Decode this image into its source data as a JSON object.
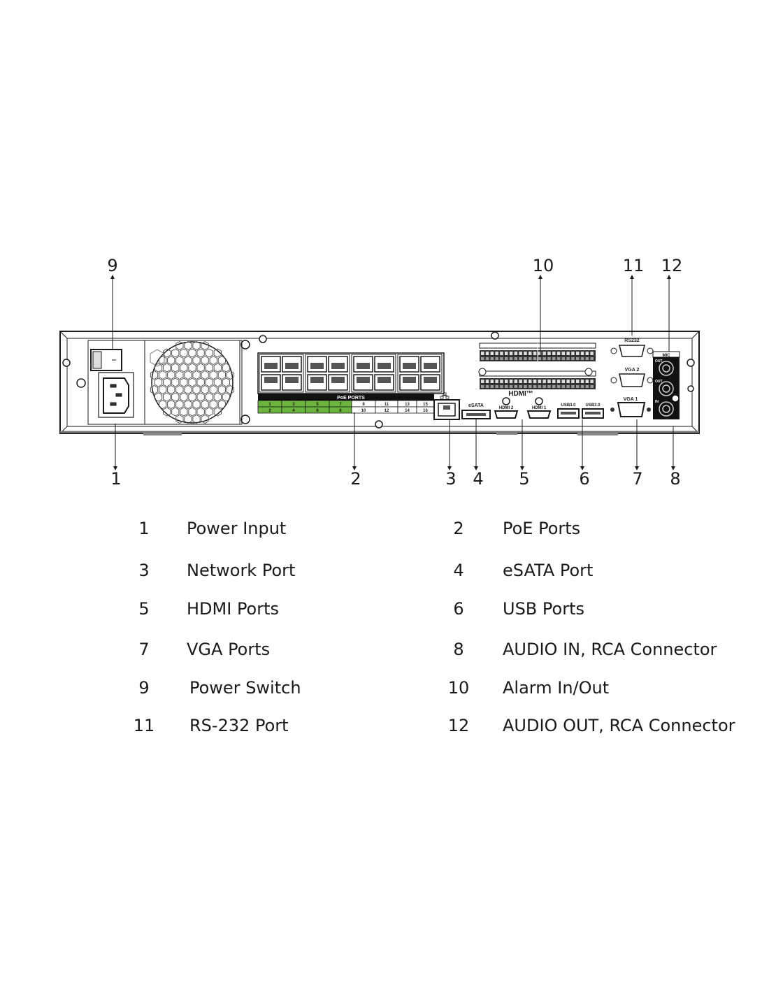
{
  "callouts": [
    "1",
    "2",
    "3",
    "4",
    "5",
    "6",
    "7",
    "8",
    "9",
    "10",
    "11",
    "12"
  ],
  "panel_labels": {
    "poe_ports": "PoE PORTS",
    "poe_port_numbers": [
      "1",
      "2",
      "3",
      "4",
      "5",
      "6",
      "7",
      "8",
      "9",
      "10",
      "11",
      "12",
      "13",
      "14",
      "15",
      "16"
    ],
    "esata": "eSATA",
    "hdmi_logo": "HDMI™",
    "hdmi2": "HDMI 2",
    "hdmi1": "HDMI 1",
    "usb1": "USB3.0",
    "usb2": "USB3.0",
    "rs232": "RS232",
    "vga2": "VGA 2",
    "vga1": "VGA 1",
    "mic": "MIC",
    "out2": "OUT",
    "out1": "OUT",
    "in": "IN"
  },
  "colors": {
    "poe_green": "#6cb33f",
    "ink": "#1a1a1a",
    "panel_dark": "#111111"
  },
  "legend": [
    {
      "num": "1",
      "label": "Power Input"
    },
    {
      "num": "2",
      "label": "PoE Ports"
    },
    {
      "num": "3",
      "label": "Network Port"
    },
    {
      "num": "4",
      "label": "eSATA Port"
    },
    {
      "num": "5",
      "label": "HDMI Ports"
    },
    {
      "num": "6",
      "label": "USB Ports"
    },
    {
      "num": "7",
      "label": "VGA Ports"
    },
    {
      "num": "8",
      "label": "AUDIO IN, RCA Connector"
    },
    {
      "num": "9",
      "label": "Power Switch"
    },
    {
      "num": "10",
      "label": "Alarm In/Out"
    },
    {
      "num": "11",
      "label": "RS-232 Port"
    },
    {
      "num": "12",
      "label": "AUDIO OUT, RCA Connector"
    }
  ]
}
